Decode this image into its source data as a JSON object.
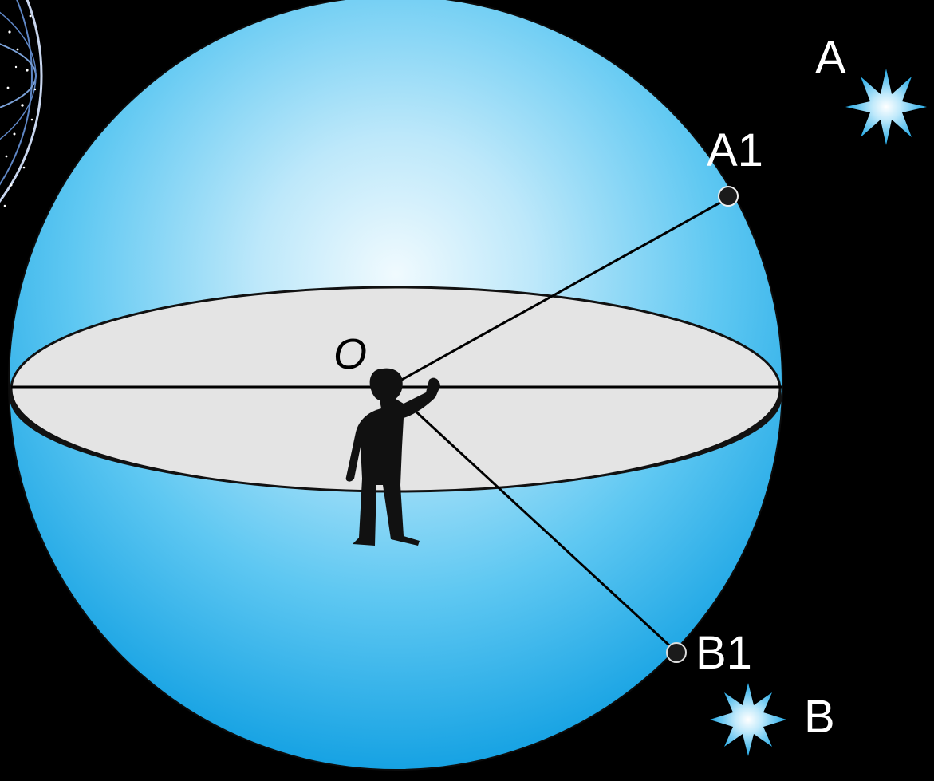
{
  "diagram": {
    "labels": {
      "star_a": "A",
      "star_b": "B",
      "point_a1": "A1",
      "point_b1": "B1",
      "center": "O"
    },
    "colors": {
      "background": "#000000",
      "sphere_light": "#e6f6fd",
      "sphere_mid": "#7fd3f5",
      "sphere_dark": "#1aa6e6",
      "horizon_plane": "#e4e4e4",
      "line": "#000000",
      "star": "#35b9ee",
      "label": "#ffffff"
    },
    "icons": {
      "observer": "person-silhouette-icon",
      "star": "star-burst-icon",
      "constellation": "celestial-globe-icon"
    }
  }
}
